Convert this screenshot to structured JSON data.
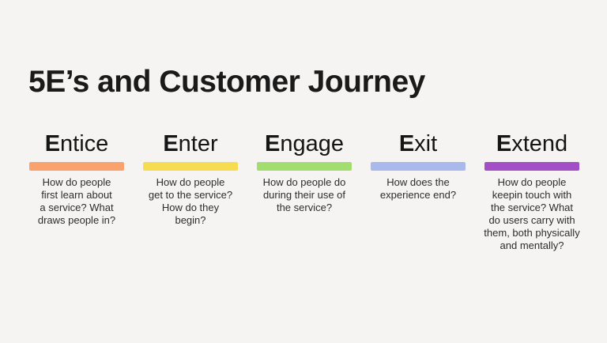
{
  "page": {
    "background_color": "#f5f4f2",
    "title": "5E’s and Customer Journey"
  },
  "columns": [
    {
      "initial": "E",
      "rest": "ntice",
      "label": "Entice",
      "bar_color": "#f9a26e",
      "description": "How do people\nfirst learn about\na service? What\ndraws people in?"
    },
    {
      "initial": "E",
      "rest": "nter",
      "label": "Enter",
      "bar_color": "#f5dc50",
      "description": "How do people\nget to the service?\nHow do they\nbegin?"
    },
    {
      "initial": "E",
      "rest": "ngage",
      "label": "Engage",
      "bar_color": "#a2dd70",
      "description": "How do people do\nduring their use of\nthe service?"
    },
    {
      "initial": "E",
      "rest": "xit",
      "label": "Exit",
      "bar_color": "#a9b9ec",
      "description": "How does the\nexperience end?"
    },
    {
      "initial": "E",
      "rest": "xtend",
      "label": "Extend",
      "bar_color": "#a24fc8",
      "description": "How do people\nkeepin touch with\nthe service? What\ndo users carry with\nthem, both physically\nand mentally?"
    }
  ]
}
